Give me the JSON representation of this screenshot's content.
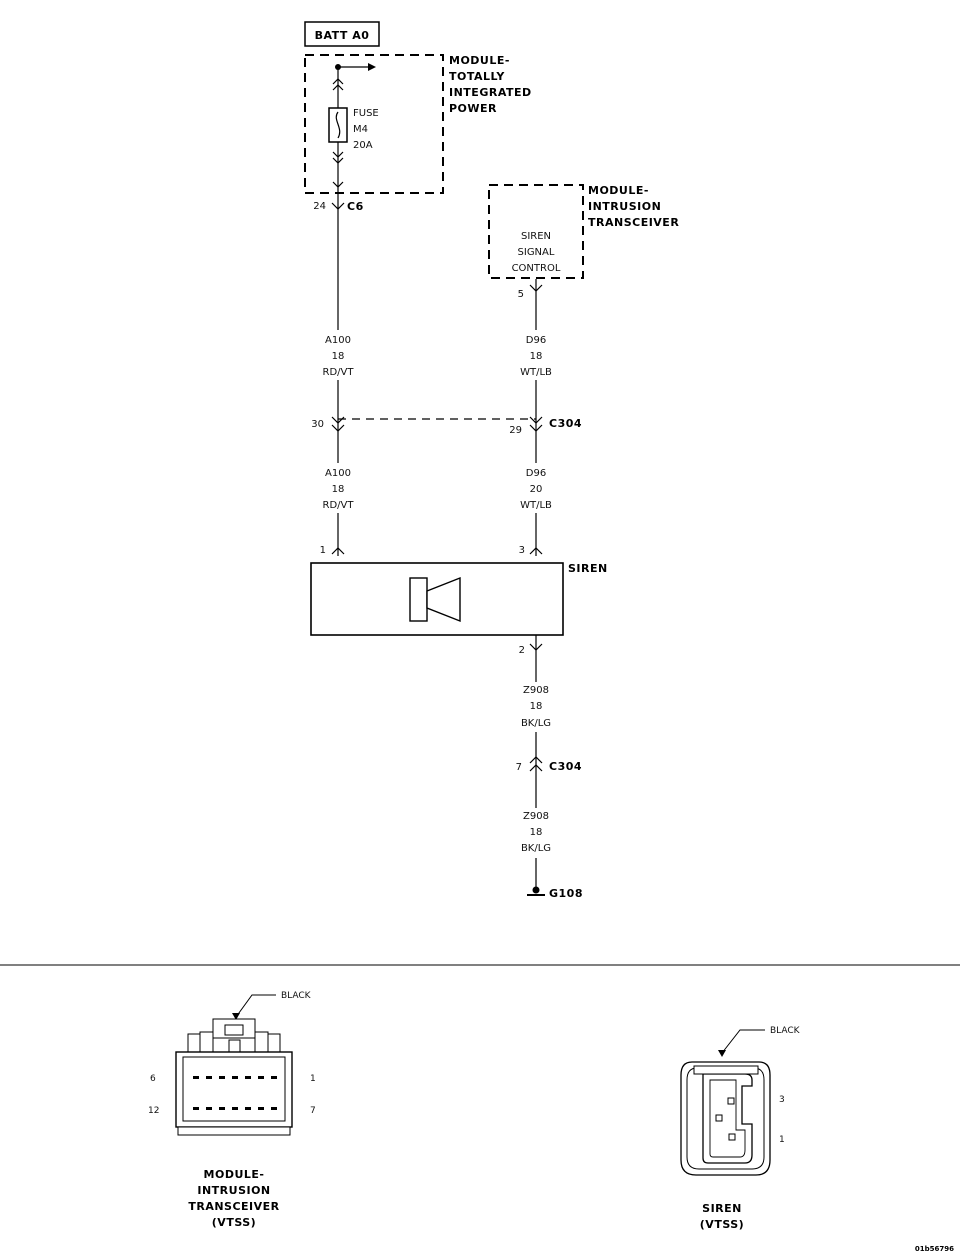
{
  "battery_label": "BATT A0",
  "tipm": {
    "title_lines": [
      "MODULE-",
      "TOTALLY",
      "INTEGRATED",
      "POWER"
    ],
    "fuse_lines": [
      "FUSE",
      "M4",
      "20A"
    ],
    "connector_pin": "24",
    "connector_name": "C6"
  },
  "its": {
    "title_lines": [
      "MODULE-",
      "INTRUSION",
      "TRANSCEIVER"
    ],
    "inner_lines": [
      "SIREN",
      "SIGNAL",
      "CONTROL"
    ],
    "pin": "5"
  },
  "wires": {
    "a100_upper": [
      "A100",
      "18",
      "RD/VT"
    ],
    "d96_upper": [
      "D96",
      "18",
      "WT/LB"
    ],
    "a100_lower": [
      "A100",
      "18",
      "RD/VT"
    ],
    "d96_lower": [
      "D96",
      "20",
      "WT/LB"
    ],
    "z908_upper": [
      "Z908",
      "18",
      "BK/LG"
    ],
    "z908_lower": [
      "Z908",
      "18",
      "BK/LG"
    ]
  },
  "c304_upper": {
    "left_pin": "30",
    "right_pin": "29",
    "name": "C304"
  },
  "siren": {
    "label": "SIREN",
    "pin_left": "1",
    "pin_right": "3",
    "pin_bottom": "2"
  },
  "c304_lower": {
    "pin": "7",
    "name": "C304"
  },
  "ground": "G108",
  "connector_its": {
    "color_label": "BLACK",
    "pins": {
      "top_left": "6",
      "top_right": "1",
      "bottom_left": "12",
      "bottom_right": "7"
    },
    "caption_lines": [
      "MODULE-",
      "INTRUSION",
      "TRANSCEIVER",
      "(VTSS)"
    ]
  },
  "connector_siren": {
    "color_label": "BLACK",
    "pins": {
      "upper": "3",
      "lower": "1"
    },
    "caption_lines": [
      "SIREN",
      "(VTSS)"
    ]
  },
  "figure_id": "01b56796"
}
